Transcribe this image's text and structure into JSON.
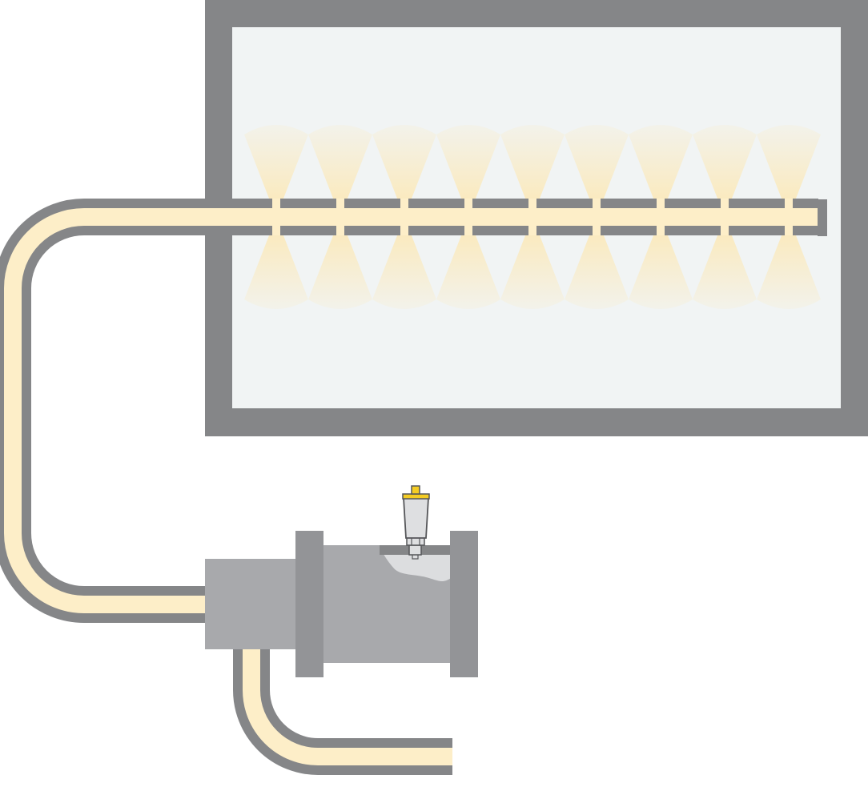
{
  "diagram": {
    "nozzle_count": 9,
    "colors": {
      "background": "#ffffff",
      "frame": "#858688",
      "chamber_interior": "#f1f4f4",
      "pipe_wall": "#858688",
      "fluid": "#fdeec8",
      "spray": "#fce8b5",
      "pump_body": "#a8a9ac",
      "pump_flange": "#939497",
      "pump_window": "#dcdddf",
      "sensor_body": "#dedfe1",
      "sensor_outline": "#555659",
      "sensor_cap": "#f4cc24"
    },
    "components": {
      "chamber": "spray-chamber",
      "manifold": "spray-manifold",
      "pump": "pump-housing",
      "sensor": "pressure-sensor",
      "supply_pipe": "supply-pipe",
      "outlet_pipe": "outlet-pipe"
    }
  }
}
